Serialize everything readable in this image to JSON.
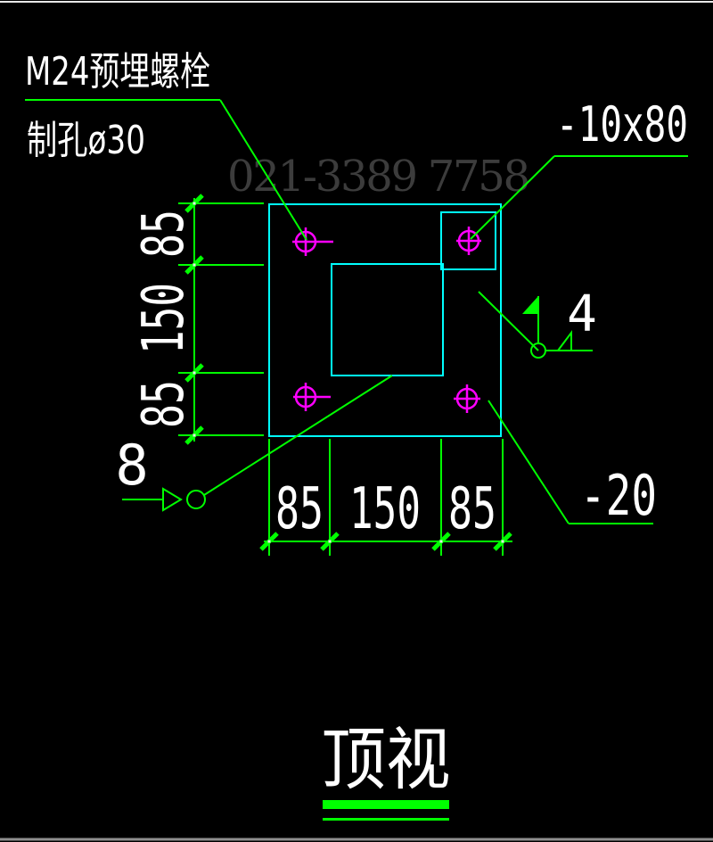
{
  "colors": {
    "background": "#000000",
    "geometry_cyan": "#00ffff",
    "annotation_green": "#00ff00",
    "bolt_magenta": "#ff00ff",
    "text_white": "#ffffff",
    "watermark_gray": "#3c3c3c"
  },
  "watermark": {
    "text": "021-3389 7758"
  },
  "callouts": {
    "anchor_bolt_line1": "M24预埋螺栓",
    "anchor_bolt_line2": "制孔ø30",
    "stiffener_plate": "-10x80",
    "base_plate": "-20",
    "weld_size_right": "4",
    "weld_size_left": "8"
  },
  "dimensions": {
    "left": {
      "values": [
        "85",
        "150",
        "85"
      ]
    },
    "bottom": {
      "values": [
        "85",
        "150",
        "85"
      ]
    }
  },
  "title": {
    "text": "顶视"
  }
}
